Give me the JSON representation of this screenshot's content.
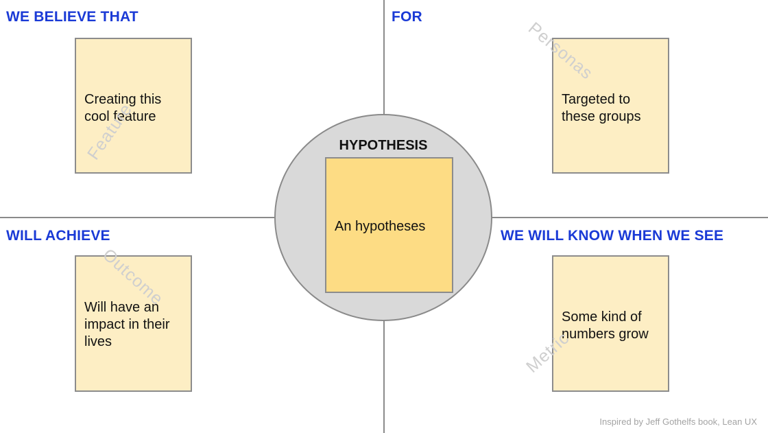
{
  "quadrants": {
    "top_left": {
      "heading": "WE BELIEVE THAT",
      "note": "Creating this\ncool feature",
      "watermark": "Feature"
    },
    "top_right": {
      "heading": "FOR",
      "note": "Targeted to\nthese groups",
      "watermark": "Personas"
    },
    "bottom_left": {
      "heading": "WILL ACHIEVE",
      "note": "Will have an\nimpact in their\nlives",
      "watermark": "Outcome"
    },
    "bottom_right": {
      "heading": "WE WILL KNOW WHEN WE SEE",
      "note": "Some kind of\nnumbers grow",
      "watermark": "Metric"
    }
  },
  "center": {
    "title": "HYPOTHESIS",
    "note": "An hypotheses"
  },
  "footer": "Inspired by Jeff Gothelfs book, Lean UX",
  "colors": {
    "heading": "#1a3ad6",
    "note_fill": "#fdeec4",
    "center_note_fill": "#fddc84",
    "circle_fill": "#d9d9d9",
    "border": "#8c8c8c"
  }
}
